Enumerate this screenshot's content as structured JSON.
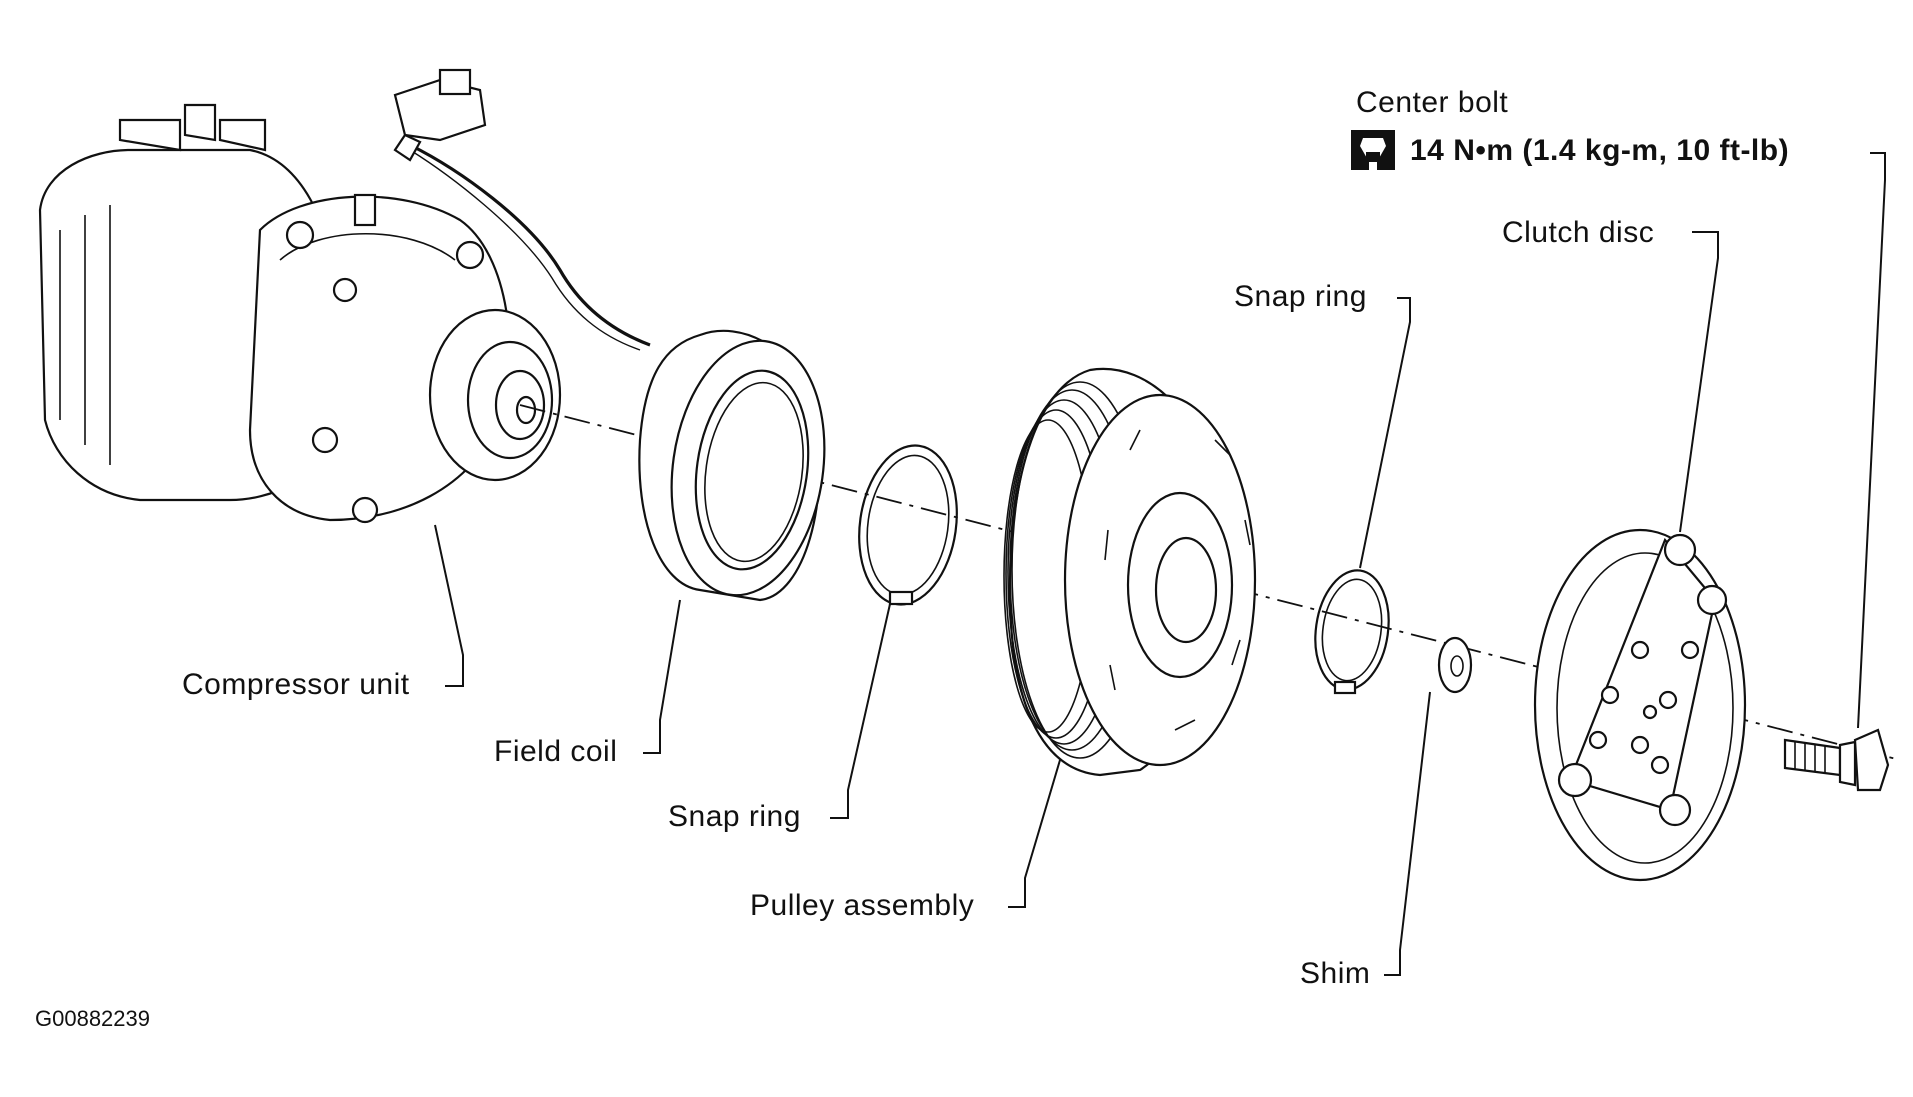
{
  "figure_id": "G00882239",
  "labels": {
    "center_bolt": "Center bolt",
    "torque_spec": "14 N•m (1.4 kg-m, 10 ft-lb)",
    "clutch_disc": "Clutch disc",
    "snap_ring_upper": "Snap ring",
    "compressor_unit": "Compressor unit",
    "field_coil": "Field coil",
    "snap_ring_lower": "Snap ring",
    "pulley_assembly": "Pulley assembly",
    "shim": "Shim"
  },
  "icons": {
    "torque": "torque-wrench-icon"
  },
  "colors": {
    "ink": "#111111",
    "background": "#ffffff"
  }
}
